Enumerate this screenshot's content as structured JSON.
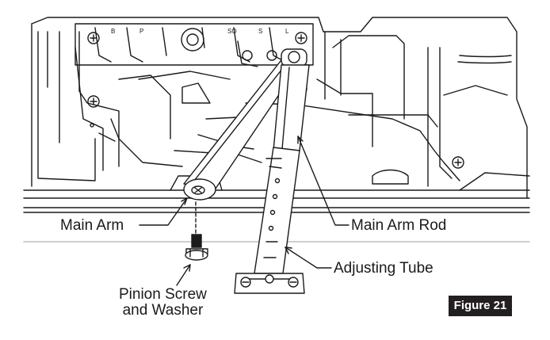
{
  "labels": {
    "main_arm": "Main Arm",
    "main_arm_rod": "Main Arm Rod",
    "adjusting_tube": "Adjusting Tube",
    "pinion_line1": "Pinion Screw",
    "pinion_line2": "and Washer"
  },
  "figure_label": "Figure 21",
  "valve_markings": [
    "B",
    "P",
    "SO",
    "S",
    "L"
  ],
  "colors": {
    "line": "#1a1a1a",
    "badge_bg": "#231f20",
    "badge_text": "#ffffff",
    "background": "#ffffff"
  }
}
